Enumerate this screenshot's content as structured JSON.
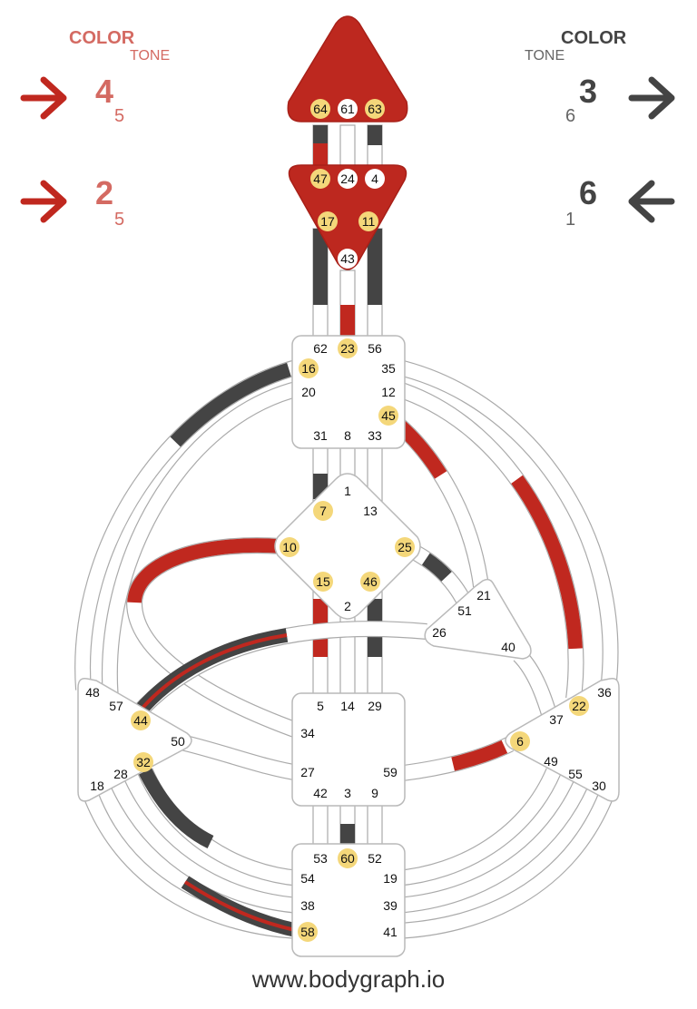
{
  "colors": {
    "design": "#c0281f",
    "design_light": "#d46a62",
    "personality": "#444444",
    "personality_light": "#666666",
    "highlight": "#f4d77a",
    "outline": "#b9b9b9"
  },
  "left_panel": {
    "color_label": "COLOR",
    "tone_label": "TONE",
    "top": {
      "value": "4",
      "sub": "5",
      "arrow": "right-arrow-icon"
    },
    "bottom": {
      "value": "2",
      "sub": "5",
      "arrow": "right-arrow-icon"
    }
  },
  "right_panel": {
    "color_label": "COLOR",
    "tone_label": "TONE",
    "top": {
      "value": "3",
      "sub": "6",
      "arrow": "right-arrow-icon"
    },
    "bottom": {
      "value": "6",
      "sub": "1",
      "arrow": "left-arrow-icon"
    }
  },
  "centers": {
    "head": {
      "gates": [
        "64",
        "61",
        "63"
      ],
      "highlighted": [
        "64",
        "63"
      ],
      "defined": true
    },
    "ajna": {
      "gates": [
        "47",
        "24",
        "4",
        "17",
        "11",
        "43"
      ],
      "highlighted": [
        "47",
        "17",
        "11"
      ],
      "defined": true
    },
    "throat": {
      "gates": [
        "62",
        "23",
        "56",
        "16",
        "35",
        "20",
        "12",
        "45",
        "31",
        "8",
        "33"
      ],
      "highlighted": [
        "23",
        "16",
        "45"
      ],
      "defined": false
    },
    "g": {
      "gates": [
        "1",
        "7",
        "13",
        "10",
        "25",
        "15",
        "46",
        "2"
      ],
      "highlighted": [
        "7",
        "10",
        "25",
        "15",
        "46"
      ],
      "defined": false
    },
    "ego": {
      "gates": [
        "21",
        "51",
        "26",
        "40"
      ],
      "highlighted": [],
      "defined": false
    },
    "spleen": {
      "gates": [
        "48",
        "57",
        "44",
        "50",
        "32",
        "28",
        "18"
      ],
      "highlighted": [
        "44",
        "32"
      ],
      "defined": false
    },
    "sacral": {
      "gates": [
        "5",
        "14",
        "29",
        "34",
        "27",
        "59",
        "42",
        "3",
        "9"
      ],
      "highlighted": [],
      "defined": false
    },
    "solar_plexus": {
      "gates": [
        "36",
        "22",
        "37",
        "6",
        "49",
        "55",
        "30"
      ],
      "highlighted": [
        "22",
        "6"
      ],
      "defined": false
    },
    "root": {
      "gates": [
        "53",
        "60",
        "52",
        "54",
        "19",
        "38",
        "39",
        "58",
        "41"
      ],
      "highlighted": [
        "60",
        "58"
      ],
      "defined": false
    }
  },
  "footer": {
    "url": "www.bodygraph.io"
  }
}
